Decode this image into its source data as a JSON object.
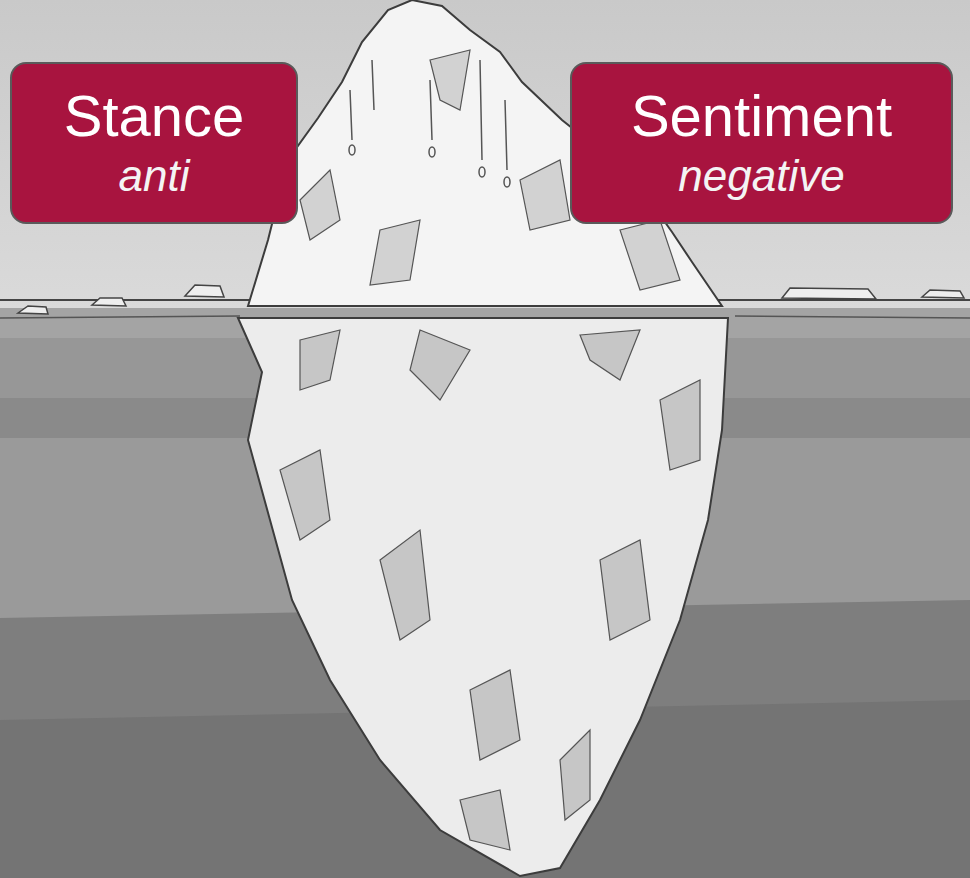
{
  "diagram": {
    "nodes": [
      {
        "text": [
          "Stance",
          "anti"
        ]
      },
      {
        "text": [
          "Sentiment",
          "negative"
        ]
      }
    ]
  }
}
